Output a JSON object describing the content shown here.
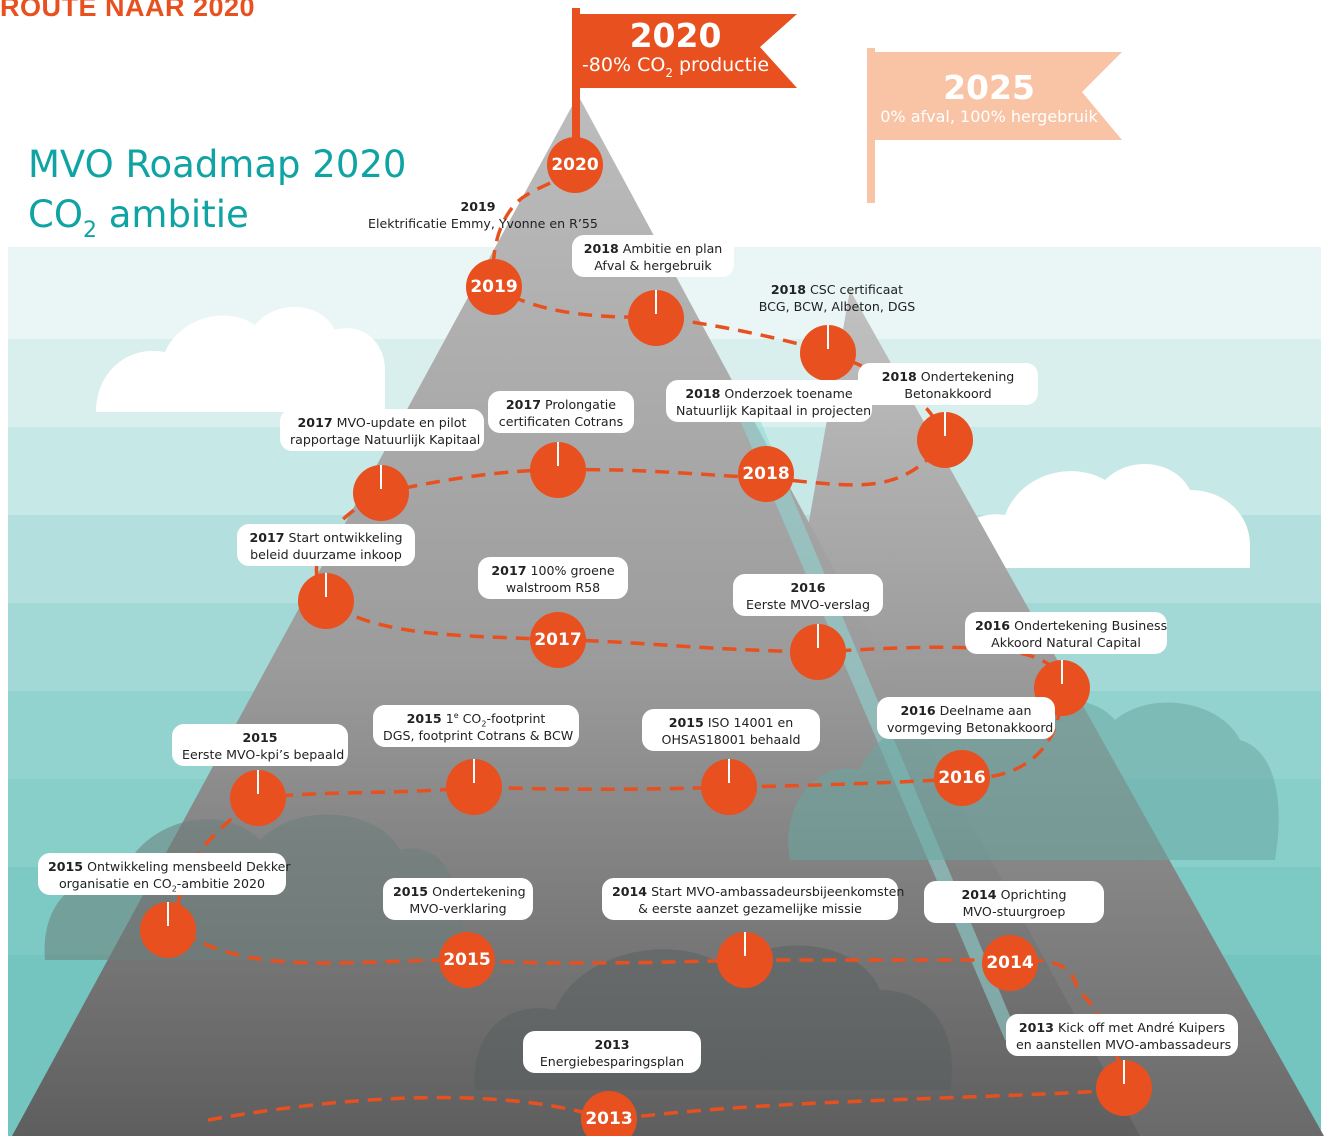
{
  "header": {
    "text": "ROUTE NAAR 2020"
  },
  "title": {
    "line1": "MVO Roadmap 2020",
    "line2_pre": "CO",
    "line2_sub": "2",
    "line2_post": " ambitie"
  },
  "flags": {
    "f2020": {
      "year": "2020",
      "desc_pre": "-80% CO",
      "desc_sub": "2",
      "desc_post": " productie",
      "color": "#e8501f"
    },
    "f2025": {
      "year": "2025",
      "desc": "0% afval, 100% hergebruik",
      "color": "#f9c4a5"
    }
  },
  "colors": {
    "accent": "#e8501f",
    "teal": "#0fa3a3",
    "mountain_light": "#b9b9b9",
    "mountain_dark": "#5f5f5f",
    "sky_band": "#8fd3d0"
  },
  "milestones": [
    {
      "id": "d2020",
      "label": "2020"
    },
    {
      "id": "d2019",
      "label": "2019"
    },
    {
      "id": "d2018a",
      "label": ""
    },
    {
      "id": "d2018b",
      "label": ""
    },
    {
      "id": "d2018c",
      "label": ""
    },
    {
      "id": "d2018",
      "label": "2018"
    },
    {
      "id": "d2017a",
      "label": ""
    },
    {
      "id": "d2017b",
      "label": ""
    },
    {
      "id": "d2017c",
      "label": ""
    },
    {
      "id": "d2017",
      "label": "2017"
    },
    {
      "id": "d2016a",
      "label": ""
    },
    {
      "id": "d2016b",
      "label": ""
    },
    {
      "id": "d2016",
      "label": "2016"
    },
    {
      "id": "d2015a",
      "label": ""
    },
    {
      "id": "d2015b",
      "label": ""
    },
    {
      "id": "d2015c",
      "label": ""
    },
    {
      "id": "d2015d",
      "label": ""
    },
    {
      "id": "d2015",
      "label": "2015"
    },
    {
      "id": "d2014a",
      "label": ""
    },
    {
      "id": "d2014",
      "label": "2014"
    },
    {
      "id": "d2013a",
      "label": ""
    },
    {
      "id": "d2013",
      "label": "2013"
    }
  ],
  "labels": {
    "l2019": {
      "year": "2019",
      "text": "Elektrificatie Emmy, Yvonne en R’55"
    },
    "l2018a": {
      "year": "2018",
      "text1": " Ambitie en plan",
      "text2": "Afval & hergebruik"
    },
    "l2018b": {
      "year": "2018",
      "text1": " CSC certificaat",
      "text2": "BCG, BCW, Albeton, DGS"
    },
    "l2018c": {
      "year": "2018",
      "text1": " Onderzoek toename",
      "text2": "Natuurlijk Kapitaal in projecten"
    },
    "l2018d": {
      "year": "2018",
      "text1": " Ondertekening",
      "text2": "Betonakkoord"
    },
    "l2017a": {
      "year": "2017",
      "text1": " MVO-update en pilot",
      "text2": "rapportage Natuurlijk Kapitaal"
    },
    "l2017b": {
      "year": "2017",
      "text1": " Prolongatie",
      "text2": "certificaten Cotrans"
    },
    "l2017c": {
      "year": "2017",
      "text1": " Start ontwikkeling",
      "text2": "beleid duurzame inkoop"
    },
    "l2017d": {
      "year": "2017",
      "text1": " 100% groene",
      "text2": "walstroom R58"
    },
    "l2016a": {
      "year": "2016",
      "text": "Eerste MVO-verslag"
    },
    "l2016b": {
      "year": "2016",
      "text1": " Ondertekening Business",
      "text2": "Akkoord Natural Capital"
    },
    "l2016c": {
      "year": "2016",
      "text1": " Deelname aan",
      "text2": "vormgeving Betonakkoord"
    },
    "l2015a": {
      "year": "2015",
      "text": "Eerste MVO-kpi’s bepaald"
    },
    "l2015b": {
      "year": "2015",
      "t1": " 1",
      "sup": "e",
      "t2": " CO",
      "sub": "2",
      "t3": "-footprint",
      "text2": "DGS, footprint Cotrans & BCW"
    },
    "l2015c": {
      "year": "2015",
      "text1": " ISO 14001 en",
      "text2": "OHSAS18001 behaald"
    },
    "l2015d": {
      "year": "2015",
      "text1": " Ontwikkeling mensbeeld Dekker",
      "t2a": "organisatie en CO",
      "sub": "2",
      "t2b": "-ambitie 2020"
    },
    "l2015e": {
      "year": "2015",
      "text1": " Ondertekening",
      "text2": "MVO-verklaring"
    },
    "l2014a": {
      "year": "2014",
      "text1": " Start MVO-ambassadeursbijeenkomsten",
      "text2": "& eerste aanzet gezamelijke missie"
    },
    "l2014b": {
      "year": "2014",
      "text1": " Oprichting",
      "text2": "MVO-stuurgroep"
    },
    "l2013a": {
      "year": "2013",
      "text": "Energiebesparingsplan"
    },
    "l2013b": {
      "year": "2013",
      "text1": " Kick off met André Kuipers",
      "text2": "en aanstellen MVO-ambassadeurs"
    }
  }
}
